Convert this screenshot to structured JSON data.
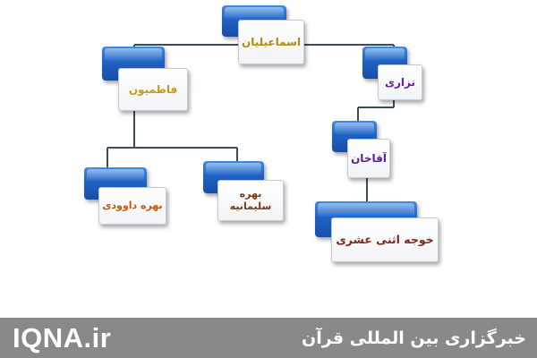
{
  "diagram": {
    "nodes": {
      "root": {
        "label": "اسماعیلیان",
        "color": "#b8860b"
      },
      "fatimid": {
        "label": "فاطمیون",
        "color": "#c49a16"
      },
      "nizari": {
        "label": "نزاری",
        "color": "#6a1fa0"
      },
      "aghakhan": {
        "label": "آقاخان",
        "color": "#5a1f8f"
      },
      "ithna": {
        "label": "خوجه اثنی عشری",
        "color": "#7a2a1a"
      },
      "davudi": {
        "label": "بهره داوودی",
        "color": "#c05a0a"
      },
      "sulaymani": {
        "label": "بهره سلیمانیه",
        "color": "#7a3a12"
      }
    },
    "edges": [
      [
        "root",
        "fatimid"
      ],
      [
        "root",
        "nizari"
      ],
      [
        "nizari",
        "aghakhan"
      ],
      [
        "aghakhan",
        "ithna"
      ],
      [
        "fatimid",
        "davudi"
      ],
      [
        "fatimid",
        "sulaymani"
      ]
    ],
    "connector_color": "#3b4a5c",
    "box_back_color": "#1f62c4"
  },
  "footer": {
    "logo": "IQNA.ir",
    "tagline": "خبرگزاری بین المللی قرآن",
    "background": "#898989"
  }
}
